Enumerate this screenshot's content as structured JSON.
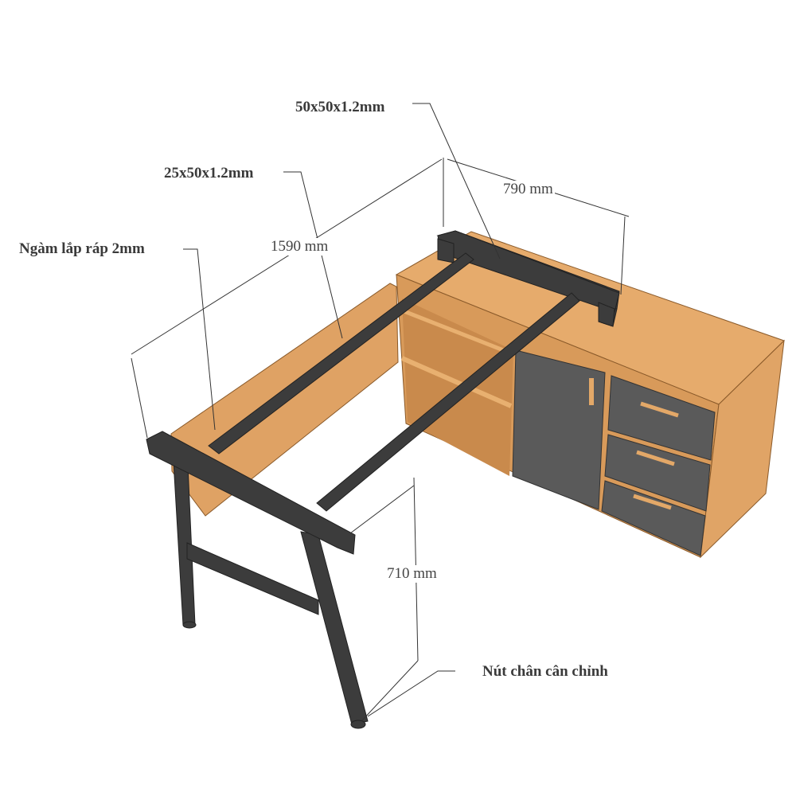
{
  "labels": {
    "profile_50": "50x50x1.2mm",
    "profile_25": "25x50x1.2mm",
    "mount_slot": "Ngàm lắp ráp 2mm",
    "leveling_foot": "Nút chân cân chỉnh"
  },
  "dimensions": {
    "length": "1590 mm",
    "depth": "790 mm",
    "height": "710 mm"
  },
  "colors": {
    "wood": "#e3a868",
    "wood_dark": "#cf8f50",
    "steel": "#3c3c3c",
    "panel": "#5a5a5a"
  }
}
